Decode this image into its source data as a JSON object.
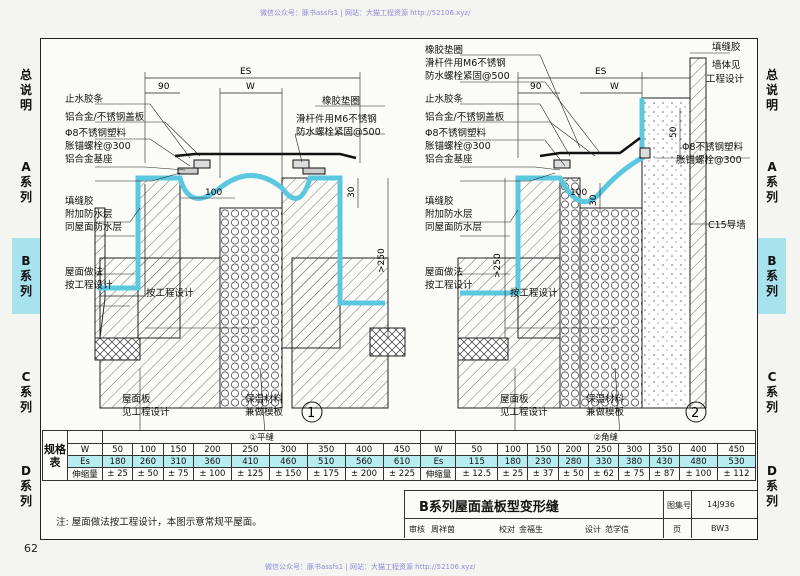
{
  "watermark_top": "微信公众号：豚书assfs1  |  网站：大猫工程资源  http://52106.xyz/",
  "watermark_bottom": "微信公众号：豚书assfs1  |  网站：大猫工程资源  http://52106.xyz/",
  "page_number": "62",
  "tabs_left": [
    {
      "label": "总说明",
      "active": false
    },
    {
      "label": "A系列",
      "active": false
    },
    {
      "label": "B系列",
      "active": true
    },
    {
      "label": "C系列",
      "active": false
    },
    {
      "label": "D系列",
      "active": false
    }
  ],
  "tabs_right": [
    {
      "label": "总说明",
      "active": false
    },
    {
      "label": "A系列",
      "active": false
    },
    {
      "label": "B系列",
      "active": true
    },
    {
      "label": "C系列",
      "active": false
    },
    {
      "label": "D系列",
      "active": false
    }
  ],
  "detail1": {
    "number": "1",
    "dims": {
      "es": "ES",
      "w": "W",
      "d90": "90",
      "d100": "100",
      "d30": "30",
      "d250": ">250"
    },
    "labels": {
      "water_stop": "止水胶条",
      "cover": "铝合金/不锈钢盖板",
      "plug": "Φ8不锈钢塑料",
      "anchor": "胀锚螺栓@300",
      "base": "铝合金基座",
      "gasket": "橡胶垫圈",
      "slide1": "滑杆件用M6不锈钢",
      "slide2": "防水螺栓紧固@500",
      "sealant": "填缝胶",
      "extra_wp": "附加防水层",
      "same_wp": "同屋面防水层",
      "roof1": "屋面做法",
      "roof2": "按工程设计",
      "by_design": "按工程设计",
      "slab1": "屋面板",
      "slab2": "见工程设计",
      "ins1": "保温材料",
      "ins2": "兼做模板"
    }
  },
  "detail2": {
    "number": "2",
    "dims": {
      "es": "ES",
      "w": "W",
      "d90": "90",
      "d100": "100",
      "d30": "30",
      "d50": "50",
      "d250": ">250"
    },
    "labels": {
      "gasket": "橡胶垫圈",
      "slide1": "滑杆件用M6不锈钢",
      "slide2": "防水螺栓紧固@500",
      "water_stop": "止水胶条",
      "cover": "铝合金/不锈钢盖板",
      "plug": "Φ8不锈钢塑料",
      "anchor": "胀锚螺栓@300",
      "base": "铝合金基座",
      "sealant": "填缝胶",
      "extra_wp": "附加防水层",
      "same_wp": "同屋面防水层",
      "roof1": "屋面做法",
      "roof2": "按工程设计",
      "by_design": "按工程设计",
      "slab1": "屋面板",
      "slab2": "见工程设计",
      "ins1": "保温材料",
      "ins2": "兼做模板",
      "fill": "填缝胶",
      "wall1": "墙体见",
      "wall2": "工程设计",
      "plug_r": "Φ8不锈钢塑料",
      "anchor_r": "胀锚螺栓@300",
      "guide_wall": "C15导墙"
    }
  },
  "table": {
    "side_label": "规格表",
    "group1": "①平缝",
    "group2": "②角缝",
    "rows": [
      {
        "name": "W",
        "g1": [
          "50",
          "100",
          "150",
          "200",
          "250",
          "300",
          "350",
          "400",
          "450"
        ],
        "g2": [
          "50",
          "100",
          "150",
          "200",
          "250",
          "300",
          "350",
          "400",
          "450"
        ]
      },
      {
        "name": "Es",
        "g1": [
          "180",
          "260",
          "310",
          "360",
          "410",
          "460",
          "510",
          "560",
          "610"
        ],
        "g2": [
          "115",
          "180",
          "230",
          "280",
          "330",
          "380",
          "430",
          "480",
          "530"
        ]
      },
      {
        "name": "伸缩量",
        "g1": [
          "± 25",
          "± 50",
          "± 75",
          "± 100",
          "± 125",
          "± 150",
          "± 175",
          "± 200",
          "± 225"
        ],
        "g2": [
          "± 12.5",
          "± 25",
          "± 37",
          "± 50",
          "± 62",
          "± 75",
          "± 87",
          "± 100",
          "± 112"
        ]
      }
    ]
  },
  "note": "注: 屋面做法按工程设计，本图示意常规平屋面。",
  "title_block": {
    "title": "B系列屋面盖板型变形缝",
    "atlas_label": "图集号",
    "atlas_no": "14J936",
    "page_label": "页",
    "page_no": "BW3",
    "review": "审核",
    "reviewer": "周祥茵",
    "check": "校对",
    "checker": "金福生",
    "design": "设计",
    "designer": "范学信"
  }
}
